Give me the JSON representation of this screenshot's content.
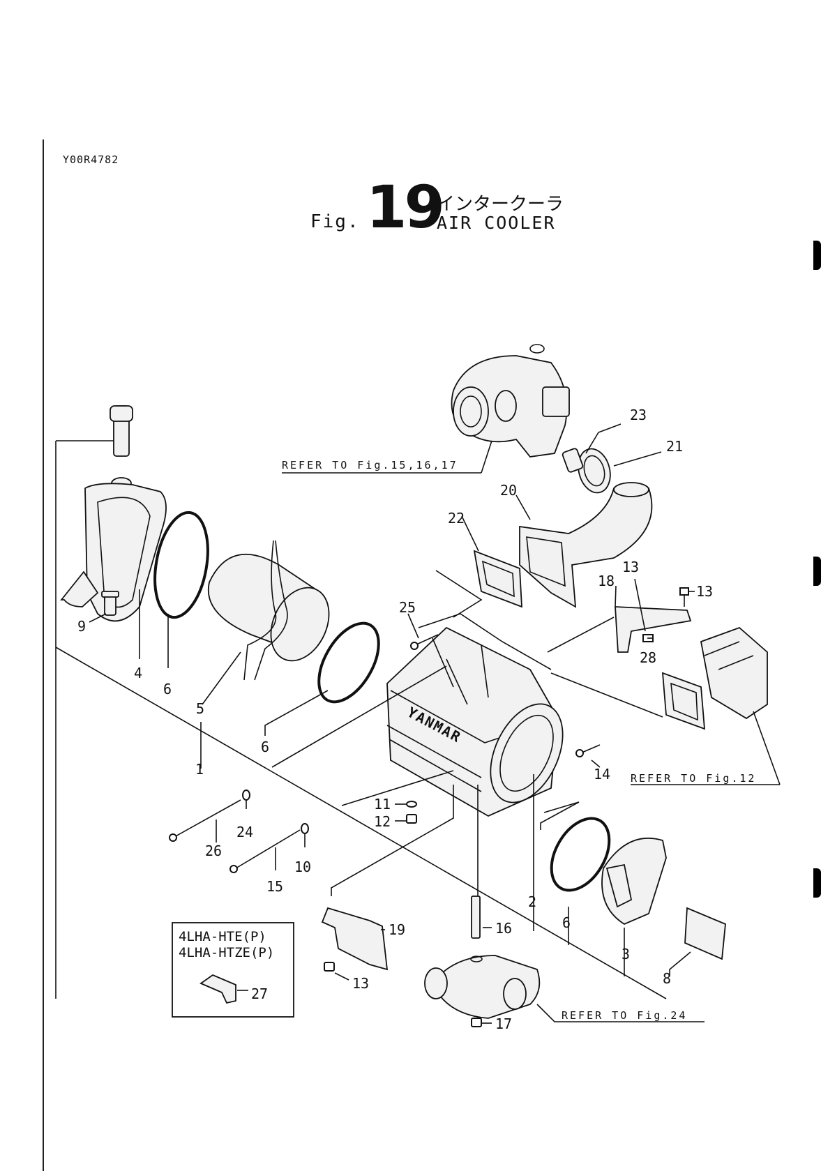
{
  "document_code": "Y00R4782",
  "figure": {
    "prefix": "Fig.",
    "number": "19",
    "title_jp": "インタークーラ",
    "title_en": "AIR COOLER"
  },
  "references": {
    "turbo": "REFER TO Fig.15,16,17",
    "fig12": "REFER TO Fig.12",
    "fig24": "REFER TO Fig.24"
  },
  "variant_box": {
    "line1": "4LHA-HTE(P)",
    "line2": "4LHA-HTZE(P)"
  },
  "callouts": {
    "c1": "1",
    "c2": "2",
    "c3": "3",
    "c4": "4",
    "c5": "5",
    "c6a": "6",
    "c6b": "6",
    "c6c": "6",
    "c6d": "6",
    "c8": "8",
    "c9": "9",
    "c10": "10",
    "c11": "11",
    "c12": "12",
    "c13a": "13",
    "c13b": "13",
    "c13c": "13",
    "c14": "14",
    "c15": "15",
    "c16": "16",
    "c17": "17",
    "c18": "18",
    "c19": "19",
    "c20": "20",
    "c21": "21",
    "c22": "22",
    "c23": "23",
    "c24": "24",
    "c25": "25",
    "c26": "26",
    "c27": "27",
    "c28": "28"
  },
  "logo_text": "YANMAR"
}
